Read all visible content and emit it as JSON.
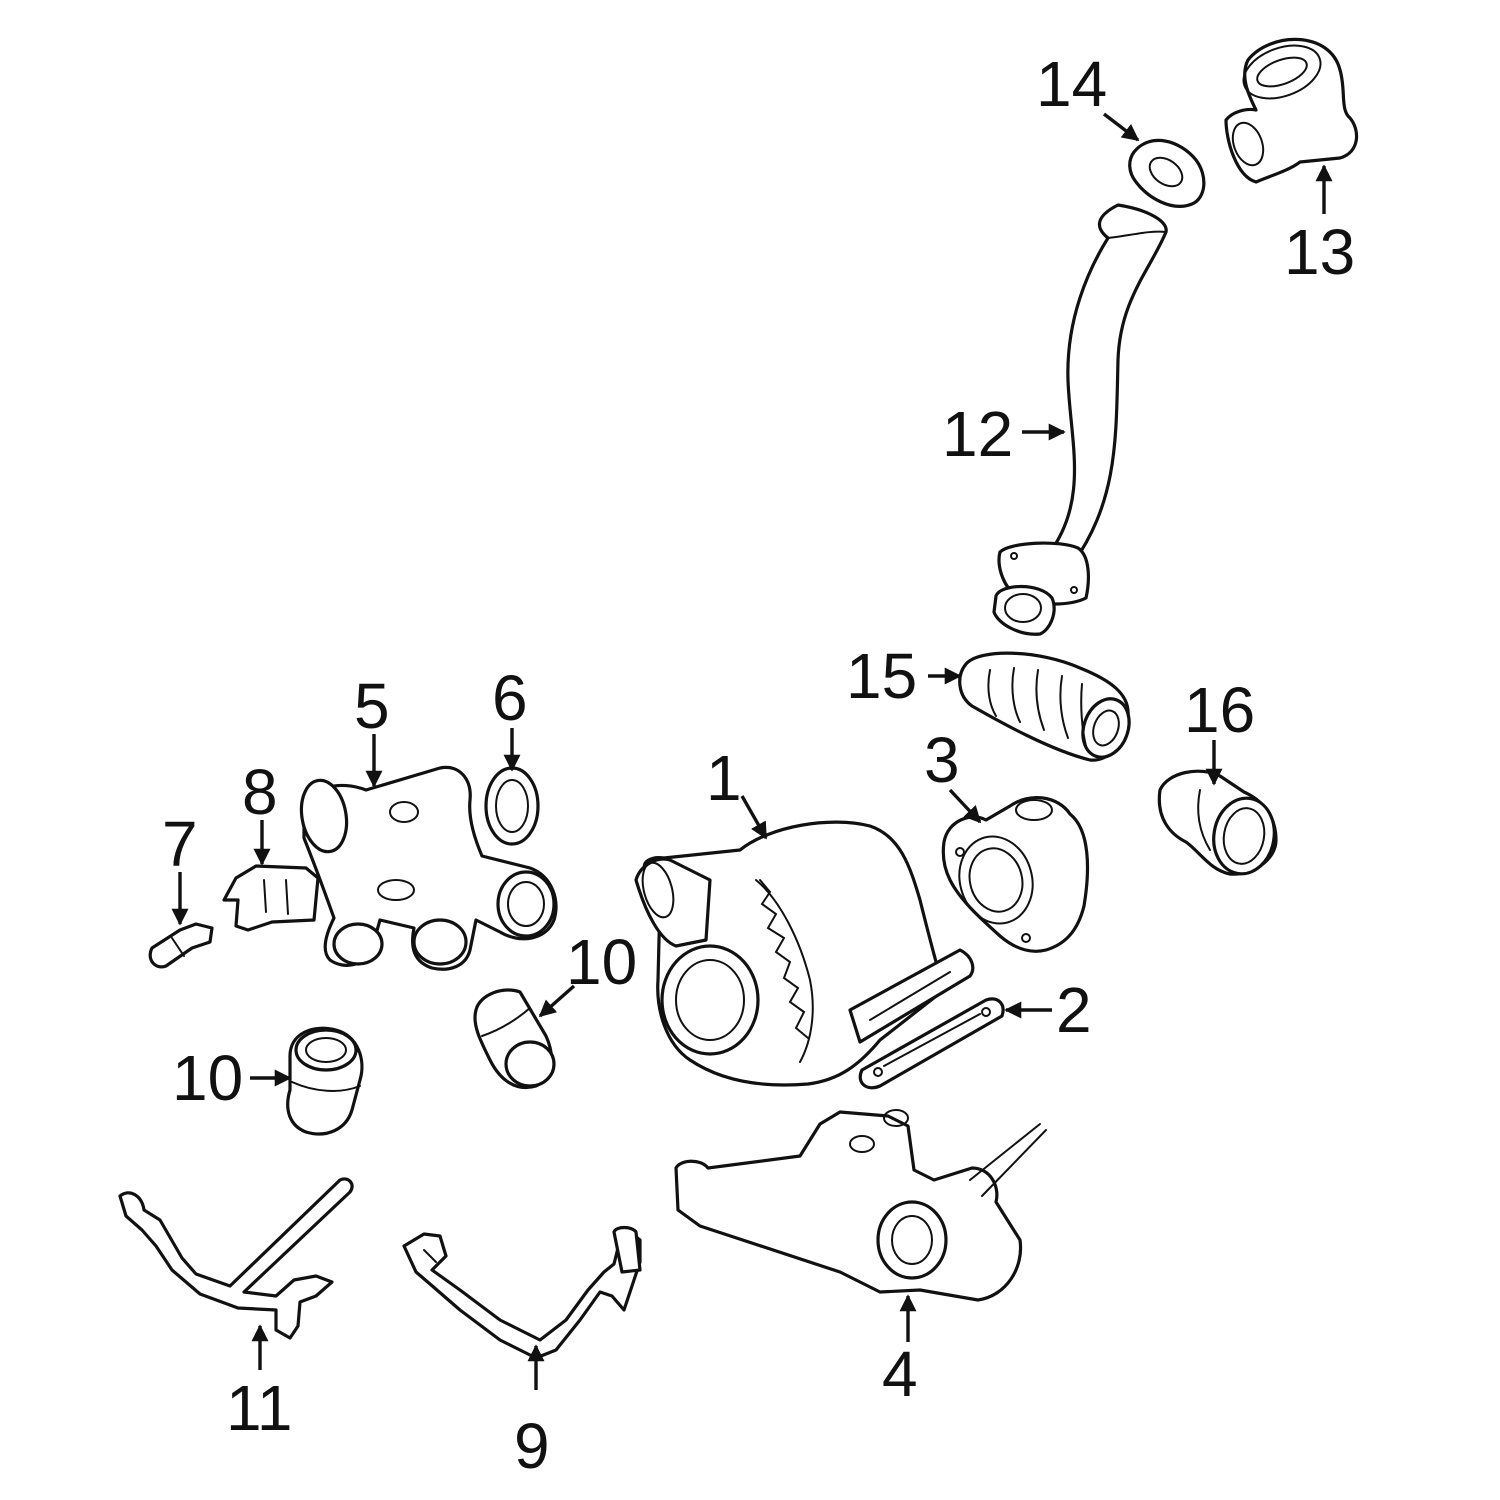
{
  "diagram": {
    "callouts": [
      {
        "id": "1",
        "label": "1"
      },
      {
        "id": "2",
        "label": "2"
      },
      {
        "id": "3",
        "label": "3"
      },
      {
        "id": "4",
        "label": "4"
      },
      {
        "id": "5",
        "label": "5"
      },
      {
        "id": "6",
        "label": "6"
      },
      {
        "id": "7",
        "label": "7"
      },
      {
        "id": "8",
        "label": "8"
      },
      {
        "id": "9",
        "label": "9"
      },
      {
        "id": "10a",
        "label": "10"
      },
      {
        "id": "10b",
        "label": "10"
      },
      {
        "id": "11",
        "label": "11"
      },
      {
        "id": "12",
        "label": "12"
      },
      {
        "id": "13",
        "label": "13"
      },
      {
        "id": "14",
        "label": "14"
      },
      {
        "id": "15",
        "label": "15"
      },
      {
        "id": "16",
        "label": "16"
      }
    ],
    "colors": {
      "line": "#111111",
      "background": "#ffffff"
    }
  }
}
